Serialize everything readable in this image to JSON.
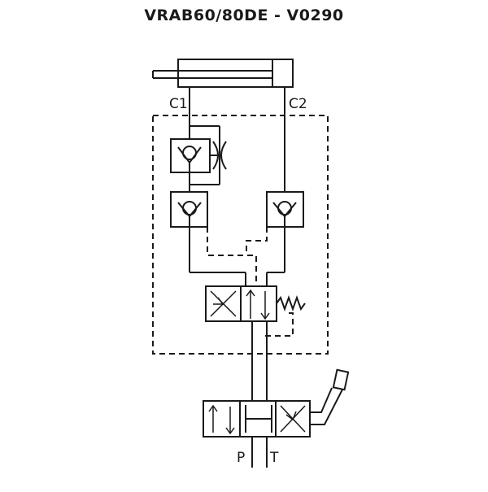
{
  "diagram": {
    "title": "VRAB60/80DE - V0290",
    "ports": {
      "c1": "C1",
      "c2": "C2",
      "p": "P",
      "t": "T"
    }
  }
}
